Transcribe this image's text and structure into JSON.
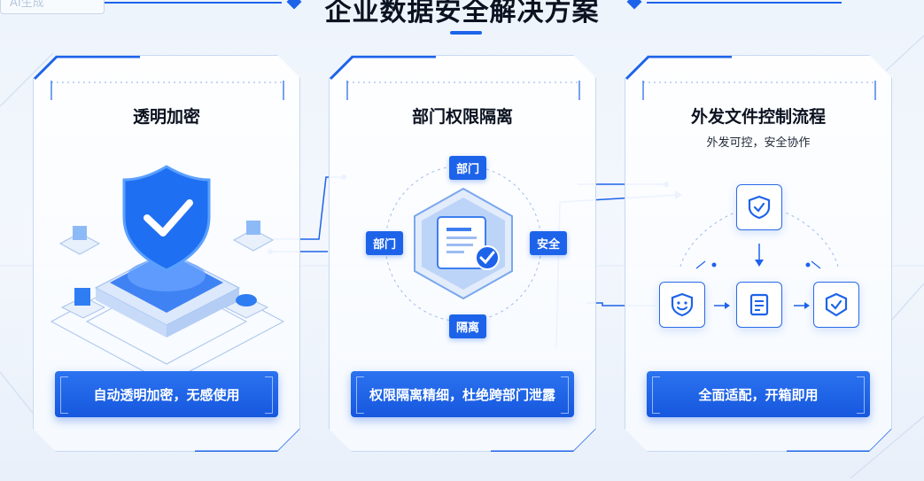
{
  "header": {
    "logo_text": "AI生成",
    "title": "企业数据安全解决方案"
  },
  "cards": [
    {
      "title": "透明加密",
      "subtitle": "",
      "button": "自动透明加密，无感使用"
    },
    {
      "title": "部门权限隔离",
      "subtitle": "",
      "button": "权限隔离精细，杜绝跨部门泄露",
      "tags": {
        "top": "部门",
        "left": "部门",
        "right": "安全",
        "bottom": "隔离"
      }
    },
    {
      "title": "外发文件控制流程",
      "subtitle": "外发可控，安全协作",
      "button": "全面适配，开箱即用"
    }
  ],
  "icons": [
    "shield-check-icon",
    "document-check-icon",
    "face-shield-icon",
    "file-icon",
    "cube-shield-icon"
  ],
  "colors": {
    "accent": "#1d63ea",
    "title": "#0b1220",
    "background": "#eef4fc"
  }
}
